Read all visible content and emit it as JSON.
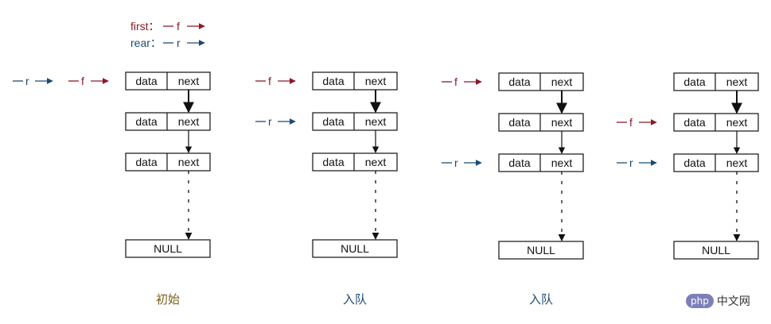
{
  "legend": {
    "first_label": "first：",
    "first_symbol": "f",
    "rear_label": "rear：",
    "rear_symbol": "r"
  },
  "colors": {
    "first": "#8b1a2b",
    "rear": "#1d4a74",
    "caption_initial": "#7a5c18",
    "caption_enqueue": "#1d4a74"
  },
  "panels": [
    {
      "caption": "初始",
      "nodes": [
        {
          "data": "data",
          "next": "next"
        },
        {
          "data": "data",
          "next": "next"
        },
        {
          "data": "data",
          "next": "next"
        }
      ],
      "null_label": "NULL",
      "first_at": 0,
      "rear_at": 0
    },
    {
      "caption": "入队",
      "nodes": [
        {
          "data": "data",
          "next": "next"
        },
        {
          "data": "data",
          "next": "next"
        },
        {
          "data": "data",
          "next": "next"
        }
      ],
      "null_label": "NULL",
      "first_at": 0,
      "rear_at": 1
    },
    {
      "caption": "入队",
      "nodes": [
        {
          "data": "data",
          "next": "next"
        },
        {
          "data": "data",
          "next": "next"
        },
        {
          "data": "data",
          "next": "next"
        }
      ],
      "null_label": "NULL",
      "first_at": 0,
      "rear_at": 2
    },
    {
      "caption": "",
      "nodes": [
        {
          "data": "data",
          "next": "next"
        },
        {
          "data": "data",
          "next": "next"
        },
        {
          "data": "data",
          "next": "next"
        }
      ],
      "null_label": "NULL",
      "first_at": 1,
      "rear_at": 2
    }
  ],
  "watermark": {
    "badge": "php",
    "text": "中文网"
  }
}
